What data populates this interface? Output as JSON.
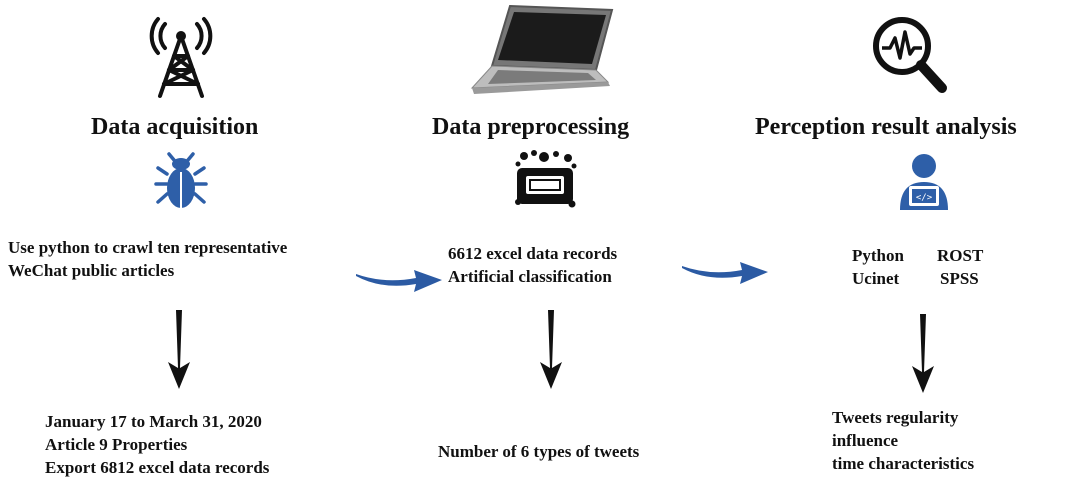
{
  "stages": [
    {
      "title": "Data acquisition",
      "description": [
        "Use python to crawl ten representative",
        "WeChat public articles"
      ],
      "result": [
        "January 17 to March 31, 2020",
        "Article 9 Properties",
        "Export 6812 excel data records"
      ]
    },
    {
      "title": "Data preprocessing",
      "description": [
        "6612 excel data records",
        "Artificial classification"
      ],
      "result": [
        "Number of 6 types of tweets"
      ]
    },
    {
      "title": "Perception result analysis",
      "tools": [
        [
          "Python",
          "ROST"
        ],
        [
          "Ucinet",
          "SPSS"
        ]
      ],
      "result": [
        "Tweets regularity",
        "influence",
        "time characteristics"
      ]
    }
  ],
  "icons": {
    "stage1_top": "antenna-tower-icon",
    "stage1_mid": "spider-bug-icon",
    "stage2_top": "laptop-icon",
    "stage2_mid": "data-processing-icon",
    "stage3_top": "magnifier-signal-icon",
    "stage3_mid": "developer-icon"
  },
  "colors": {
    "icon_blue": "#2e5fa8",
    "arrow_blue": "#2b5aa3",
    "down_arrow": "#111111"
  }
}
